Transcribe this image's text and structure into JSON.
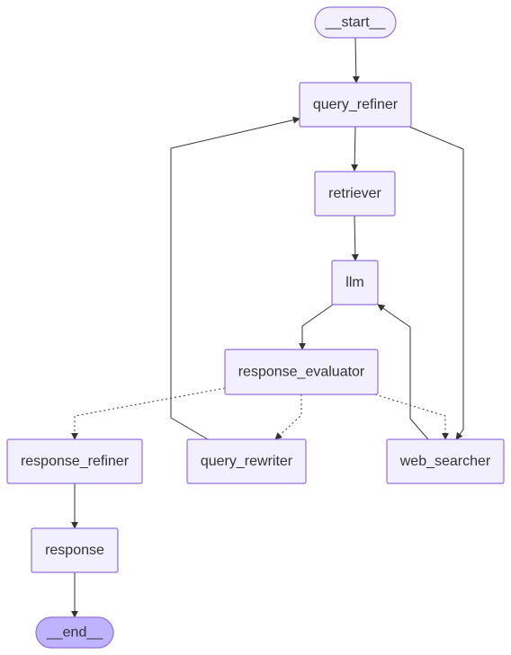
{
  "nodes": [
    {
      "id": "start",
      "label": "__start__",
      "kind": "terminal"
    },
    {
      "id": "query_refiner",
      "label": "query_refiner",
      "kind": "step"
    },
    {
      "id": "retriever",
      "label": "retriever",
      "kind": "step"
    },
    {
      "id": "llm",
      "label": "llm",
      "kind": "step"
    },
    {
      "id": "response_evaluator",
      "label": "response_evaluator",
      "kind": "step"
    },
    {
      "id": "response_refiner",
      "label": "response_refiner",
      "kind": "step"
    },
    {
      "id": "query_rewriter",
      "label": "query_rewriter",
      "kind": "step"
    },
    {
      "id": "web_searcher",
      "label": "web_searcher",
      "kind": "step"
    },
    {
      "id": "response",
      "label": "response",
      "kind": "step"
    },
    {
      "id": "end",
      "label": "__end__",
      "kind": "terminal-end"
    }
  ],
  "edges": [
    {
      "from": "start",
      "to": "query_refiner",
      "style": "solid"
    },
    {
      "from": "query_refiner",
      "to": "retriever",
      "style": "solid"
    },
    {
      "from": "query_refiner",
      "to": "web_searcher",
      "style": "solid"
    },
    {
      "from": "retriever",
      "to": "llm",
      "style": "solid"
    },
    {
      "from": "llm",
      "to": "response_evaluator",
      "style": "solid"
    },
    {
      "from": "response_evaluator",
      "to": "response_refiner",
      "style": "dotted"
    },
    {
      "from": "response_evaluator",
      "to": "query_rewriter",
      "style": "dotted"
    },
    {
      "from": "response_evaluator",
      "to": "web_searcher",
      "style": "dotted"
    },
    {
      "from": "query_rewriter",
      "to": "query_refiner",
      "style": "solid"
    },
    {
      "from": "web_searcher",
      "to": "llm",
      "style": "solid"
    },
    {
      "from": "response_refiner",
      "to": "response",
      "style": "solid"
    },
    {
      "from": "response",
      "to": "end",
      "style": "solid"
    }
  ],
  "colors": {
    "node_fill": "#f2f0ff",
    "node_stroke": "#9370db",
    "end_fill": "#bfb3ff",
    "edge": "#333333",
    "text": "#333333"
  }
}
